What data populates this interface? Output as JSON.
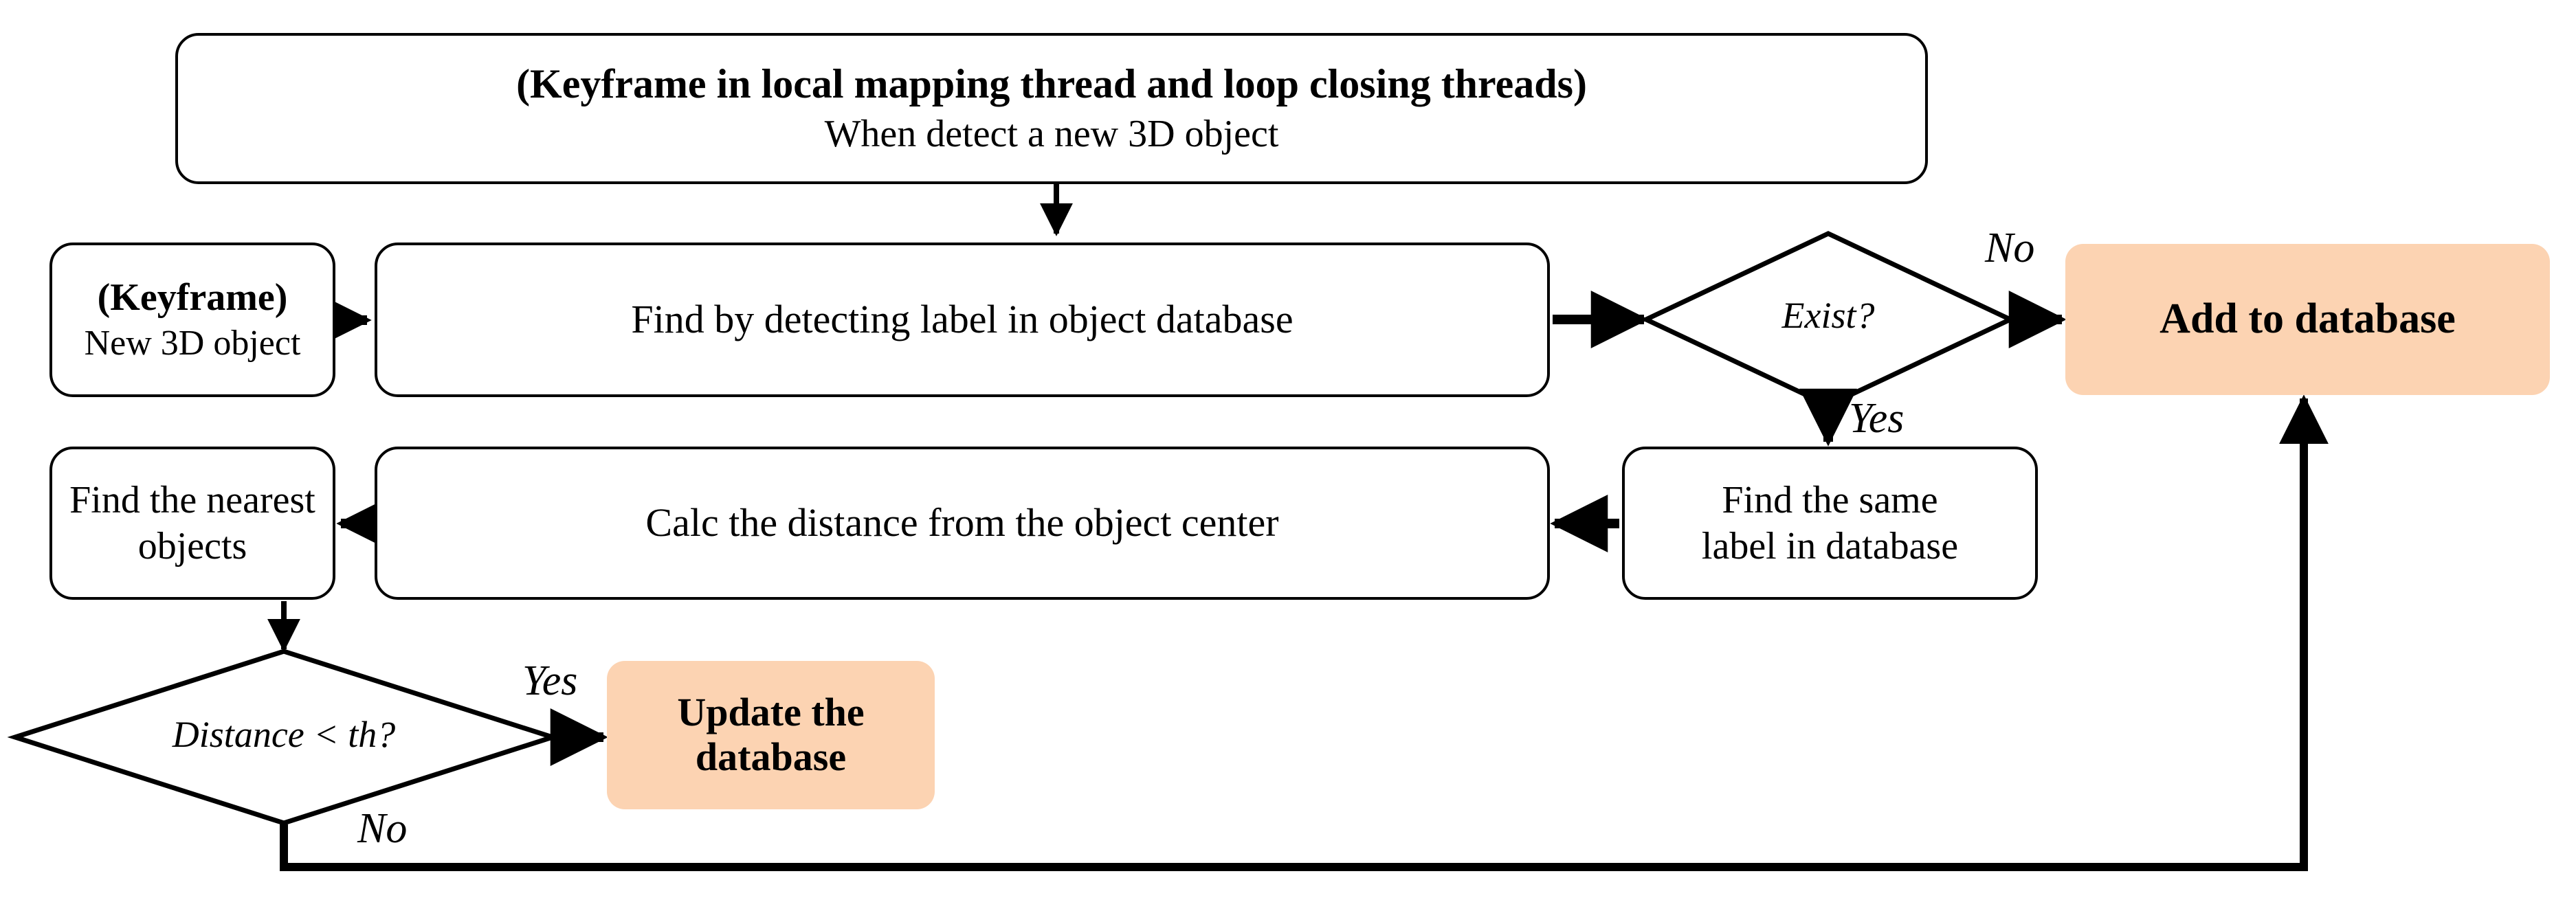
{
  "diagram": {
    "title": "Object database update flowchart",
    "colors": {
      "stroke": "#000000",
      "background": "#ffffff",
      "highlight_fill": "#FCD3B2"
    },
    "nodes": {
      "trigger": {
        "line1": "(Keyframe in local mapping thread and loop closing threads)",
        "line2": "When detect a new 3D object"
      },
      "keyframe": {
        "line1": "(Keyframe)",
        "line2": "New 3D object"
      },
      "find_by_label": {
        "text": "Find by detecting label in object database"
      },
      "exist_decision": {
        "text": "Exist?"
      },
      "add_to_database": {
        "text": "Add to database"
      },
      "find_same_label": {
        "line1": "Find the same",
        "line2": "label in database"
      },
      "calc_distance": {
        "text": "Calc the distance from the object center"
      },
      "find_nearest": {
        "line1": "Find the nearest",
        "line2": "objects"
      },
      "distance_decision": {
        "text": "Distance < th?"
      },
      "update_database": {
        "text": "Update the database"
      }
    },
    "edge_labels": {
      "exist_no": "No",
      "exist_yes": "Yes",
      "distance_yes": "Yes",
      "distance_no": "No"
    }
  }
}
